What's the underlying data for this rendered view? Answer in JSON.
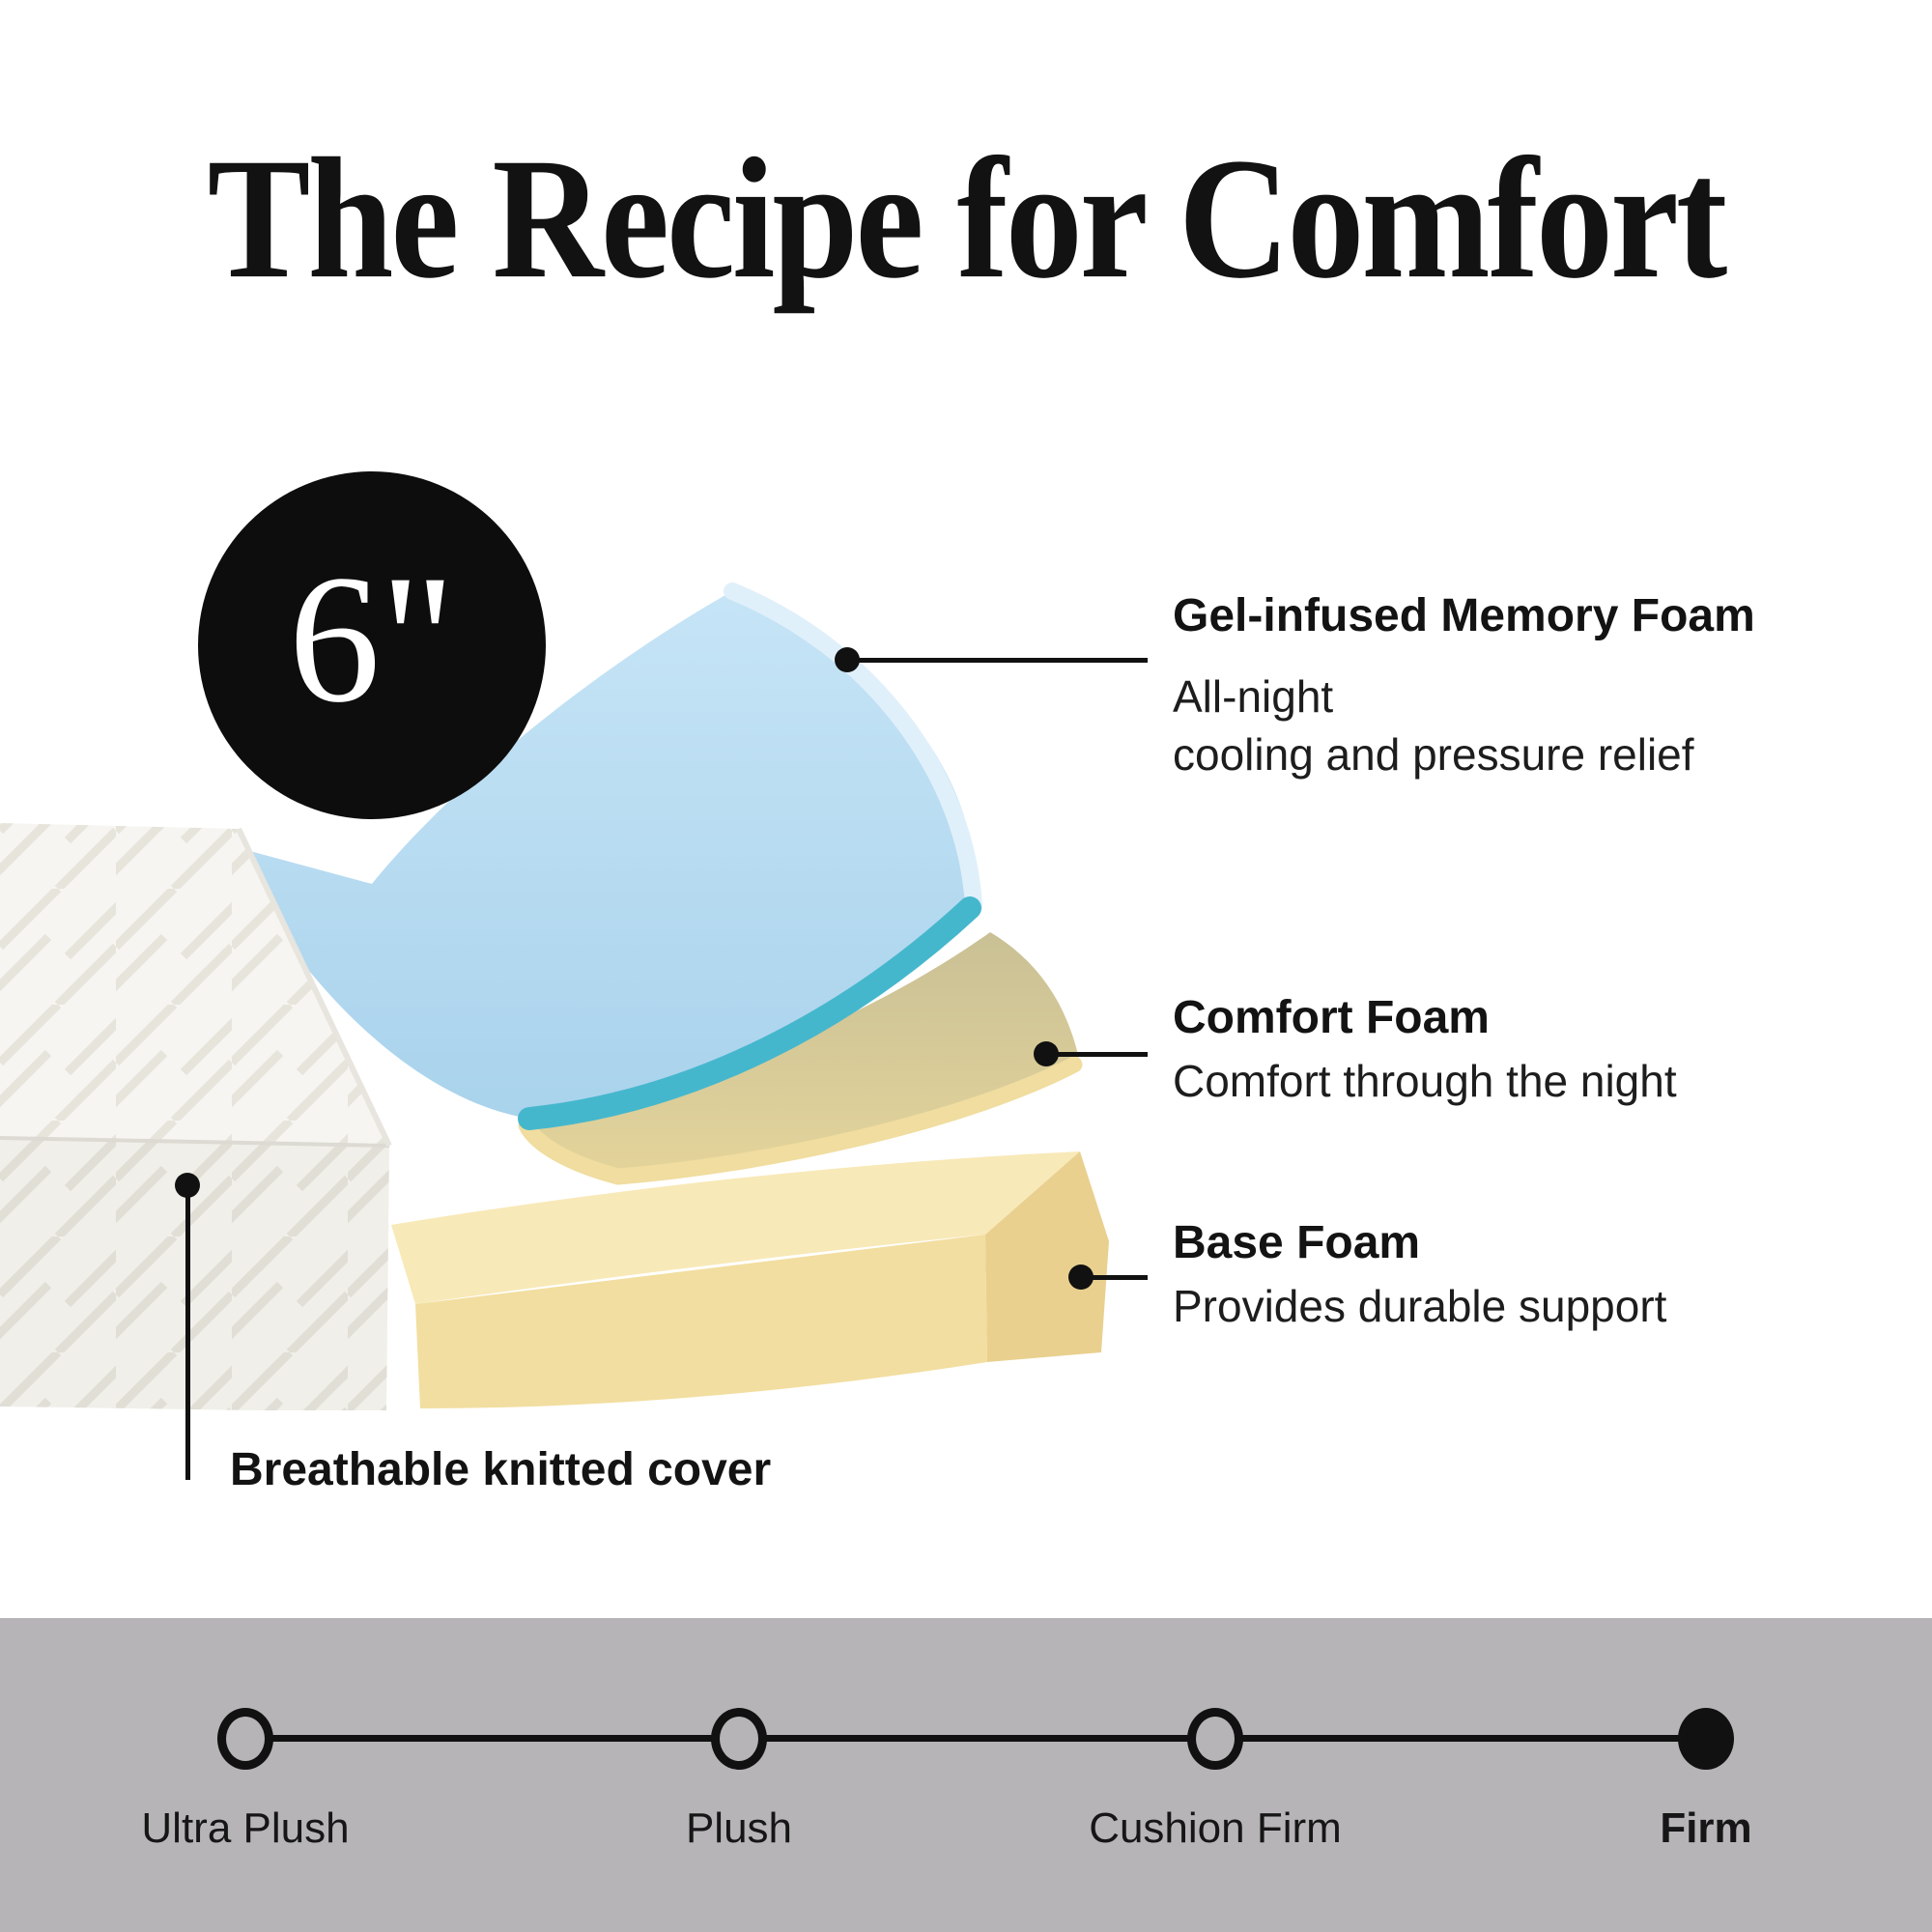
{
  "title": "The Recipe for Comfort",
  "badge": {
    "label": "6\""
  },
  "annotations": [
    {
      "title": "Gel-infused Memory Foam",
      "lines": [
        "All-night",
        "cooling and pressure relief"
      ]
    },
    {
      "title": "Comfort Foam",
      "lines": [
        "Comfort through the night"
      ]
    },
    {
      "title": "Base Foam",
      "lines": [
        "Provides durable support"
      ]
    }
  ],
  "cover_label": "Breathable knitted cover",
  "firmness_scale": {
    "options": [
      {
        "label": "Ultra Plush",
        "selected": false
      },
      {
        "label": "Plush",
        "selected": false
      },
      {
        "label": "Cushion Firm",
        "selected": false
      },
      {
        "label": "Firm",
        "selected": true
      }
    ]
  },
  "colors": {
    "badge-bg": "#0d0d0d",
    "badge-text": "#ffffff",
    "gel-blue": "#b5daf0",
    "gel-blue-light": "#e0f0fa",
    "gel-teal": "#45b7cd",
    "comfort-olive": "#c9c095",
    "comfort-cream": "#f0dd9f",
    "base-top": "#f8e9b8",
    "base-front": "#f2dea0",
    "base-side": "#e9d08f",
    "cover-top": "#f6f5f1",
    "cover-front": "#f0efe9",
    "scale-bar-bg": "#b6b4b7"
  }
}
